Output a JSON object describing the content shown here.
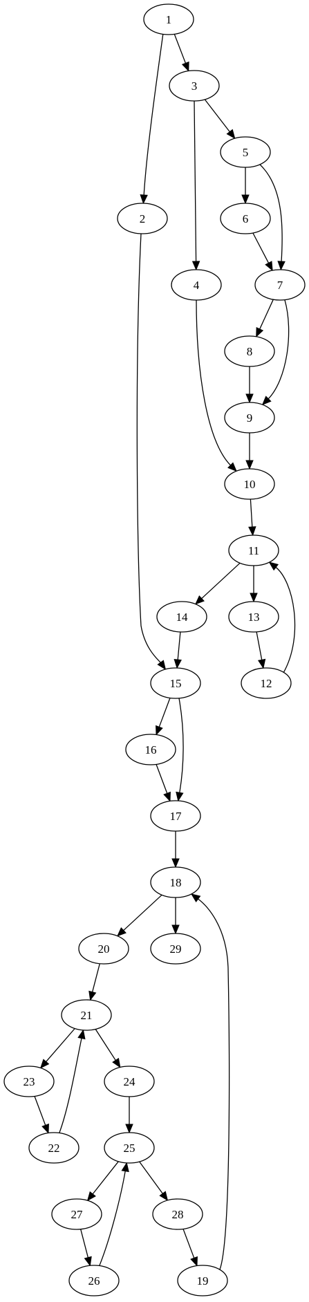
{
  "graph": {
    "directed": true,
    "nodes": [
      "1",
      "2",
      "3",
      "4",
      "5",
      "6",
      "7",
      "8",
      "9",
      "10",
      "11",
      "12",
      "13",
      "14",
      "15",
      "16",
      "17",
      "18",
      "19",
      "20",
      "21",
      "22",
      "23",
      "24",
      "25",
      "26",
      "27",
      "28",
      "29"
    ],
    "edges": [
      {
        "from": "1",
        "to": "3"
      },
      {
        "from": "1",
        "to": "2"
      },
      {
        "from": "3",
        "to": "5"
      },
      {
        "from": "3",
        "to": "4"
      },
      {
        "from": "5",
        "to": "6"
      },
      {
        "from": "5",
        "to": "7"
      },
      {
        "from": "6",
        "to": "7"
      },
      {
        "from": "2",
        "to": "15"
      },
      {
        "from": "4",
        "to": "10"
      },
      {
        "from": "7",
        "to": "8"
      },
      {
        "from": "7",
        "to": "9"
      },
      {
        "from": "8",
        "to": "9"
      },
      {
        "from": "9",
        "to": "10"
      },
      {
        "from": "10",
        "to": "11"
      },
      {
        "from": "11",
        "to": "14"
      },
      {
        "from": "11",
        "to": "13"
      },
      {
        "from": "13",
        "to": "12"
      },
      {
        "from": "12",
        "to": "11"
      },
      {
        "from": "14",
        "to": "15"
      },
      {
        "from": "15",
        "to": "16"
      },
      {
        "from": "15",
        "to": "17"
      },
      {
        "from": "16",
        "to": "17"
      },
      {
        "from": "17",
        "to": "18"
      },
      {
        "from": "18",
        "to": "20"
      },
      {
        "from": "18",
        "to": "29"
      },
      {
        "from": "20",
        "to": "21"
      },
      {
        "from": "21",
        "to": "23"
      },
      {
        "from": "21",
        "to": "24"
      },
      {
        "from": "23",
        "to": "22"
      },
      {
        "from": "22",
        "to": "21"
      },
      {
        "from": "24",
        "to": "25"
      },
      {
        "from": "25",
        "to": "27"
      },
      {
        "from": "25",
        "to": "28"
      },
      {
        "from": "27",
        "to": "26"
      },
      {
        "from": "26",
        "to": "25"
      },
      {
        "from": "28",
        "to": "19"
      },
      {
        "from": "19",
        "to": "18"
      }
    ]
  }
}
